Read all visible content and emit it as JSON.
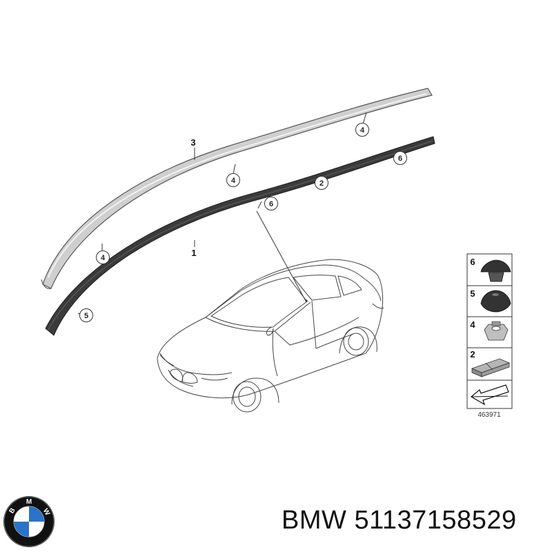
{
  "diagram": {
    "callouts": {
      "rail_top_right": "4",
      "rail_mid": "4",
      "rail_left": "4",
      "seal_right": "6",
      "seal_mid": "2",
      "seal_center": "6",
      "seal_left": "5"
    },
    "part_labels": {
      "roof_rail": "3",
      "roof_seal": "1"
    },
    "legend": {
      "items": [
        "6",
        "5",
        "4",
        "2"
      ],
      "code": "463971"
    }
  },
  "caption": {
    "brand": "BMW",
    "part_number": "51137158529"
  },
  "logo": {
    "letters": [
      "B",
      "M",
      "W"
    ]
  },
  "colors": {
    "rail_fill": "#c9c9c9",
    "seal_fill": "#3a3a3a",
    "logo_blue": "#2a73c8",
    "logo_ring": "#111111"
  }
}
